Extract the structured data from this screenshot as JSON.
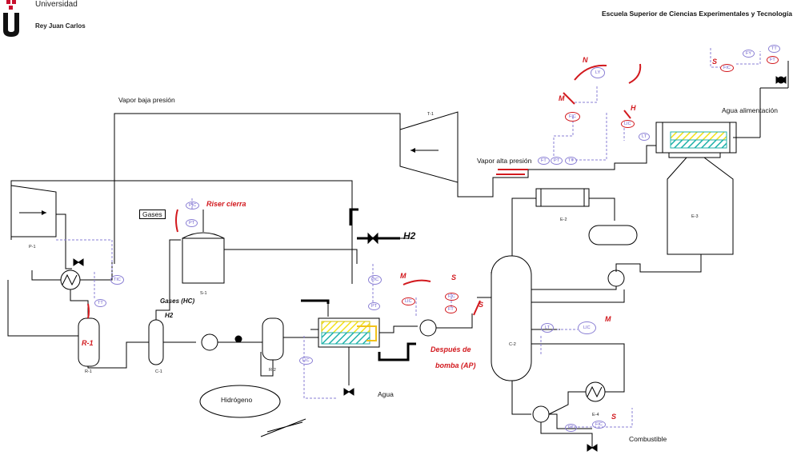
{
  "header": {
    "university_line1": "Universidad",
    "university_line2": "Rey Juan Carlos",
    "logo_text": "ü",
    "school": "Escuela Superior de Ciencias Experimentales y Tecnología"
  },
  "streams": {
    "vapor_baja": "Vapor baja presión",
    "vapor_alta": "Vapor alta presión",
    "agua_alimentacion": "Agua alimentación",
    "gases": "Gases",
    "agua": "Agua",
    "hidrogeno": "Hidrógeno",
    "combustible": "Combustible",
    "h2_out": "H2"
  },
  "equipment": {
    "t1": "T-1",
    "p1": "P-1",
    "r1": "R-1",
    "r1_inside": "R-1",
    "c1": "C-1",
    "s1": "S-1",
    "r2": "R-2",
    "e2": "E-2",
    "e3": "E-3",
    "c2": "C-2",
    "e4": "E-4"
  },
  "instruments": {
    "tic": "TIC",
    "tt": "TT",
    "pic": "PIC",
    "pt": "PT",
    "lic": "LIC",
    "lt": "LT",
    "fic": "FIC",
    "ft": "FT",
    "ly": "LY",
    "fy": "FY"
  },
  "annotations": {
    "riser": "Riser cierra",
    "gases_hc": "Gases (HC)",
    "h2_small": "H2",
    "despues": "Después de",
    "bomba": "bomba (AP)",
    "h_mark": "H",
    "m_mark": "M",
    "s_mark": "S",
    "n_mark": "N"
  }
}
